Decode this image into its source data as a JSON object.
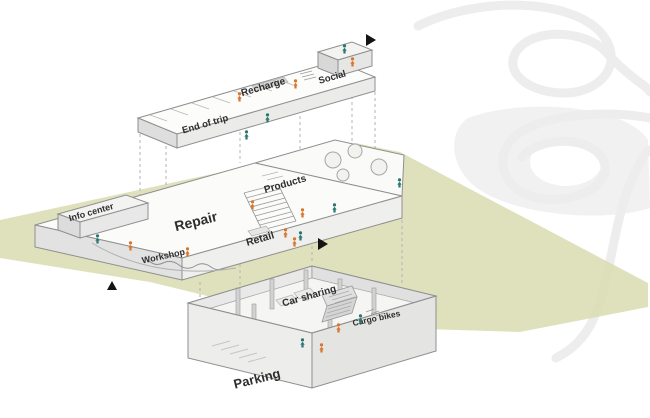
{
  "labels": {
    "recharge": "Recharge",
    "social": "Social",
    "end_of_trip": "End of trip",
    "products": "Products",
    "info_center": "Info center",
    "repair": "Repair",
    "retail": "Retail",
    "workshop": "Workshop",
    "car_sharing": "Car sharing",
    "cargo_bikes": "Cargo bikes",
    "parking": "Parking"
  },
  "colors": {
    "figure_orange": "#d7762c",
    "figure_teal": "#2c7672",
    "ground_green": "#d9dcb0",
    "road_gray": "#ededed",
    "arrow_black": "#141414"
  }
}
